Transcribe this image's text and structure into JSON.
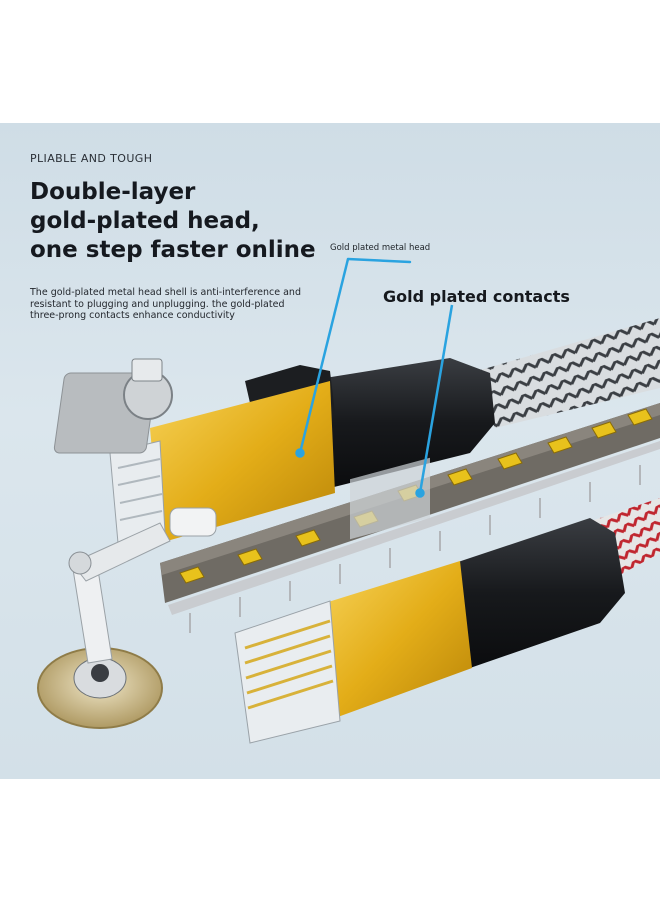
{
  "eyebrow": "PLIABLE AND TOUGH",
  "headline": {
    "line1": "Double-layer",
    "line2": "gold-plated head,",
    "line3": "one step faster online"
  },
  "description": {
    "line1": "The gold-plated metal head shell is anti-interference and",
    "line2": "resistant to plugging and unplugging. the gold-plated",
    "line3": "three-prong contacts enhance conductivity"
  },
  "callouts": {
    "metal_head": "Gold plated metal head",
    "contacts": "Gold plated contacts"
  },
  "colors": {
    "background": "#d6e2ea",
    "gold": "#e3b21f",
    "callout_line": "#2aa3e0",
    "plug_body": "#16181b"
  },
  "icons": [
    "robot-arm-icon",
    "rj45-plug-icon",
    "contact-strip-icon"
  ]
}
